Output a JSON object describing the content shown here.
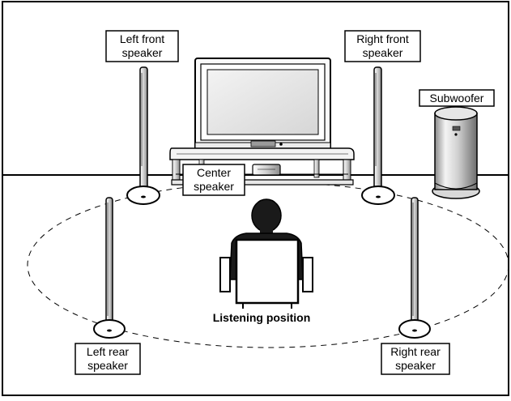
{
  "labels": {
    "left_front": [
      "Left front",
      "speaker"
    ],
    "right_front": [
      "Right front",
      "speaker"
    ],
    "subwoofer": "Subwoofer",
    "center": [
      "Center",
      "speaker"
    ],
    "listening_position": "Listening position",
    "left_rear": [
      "Left rear",
      "speaker"
    ],
    "right_rear": [
      "Right rear",
      "speaker"
    ]
  },
  "colors": {
    "line": "#000000",
    "background": "#ffffff",
    "screen": "#e4e4e4",
    "metal_light": "#f2f2f2",
    "metal_mid": "#bdbdbd",
    "metal_dark": "#7a7a7a"
  }
}
